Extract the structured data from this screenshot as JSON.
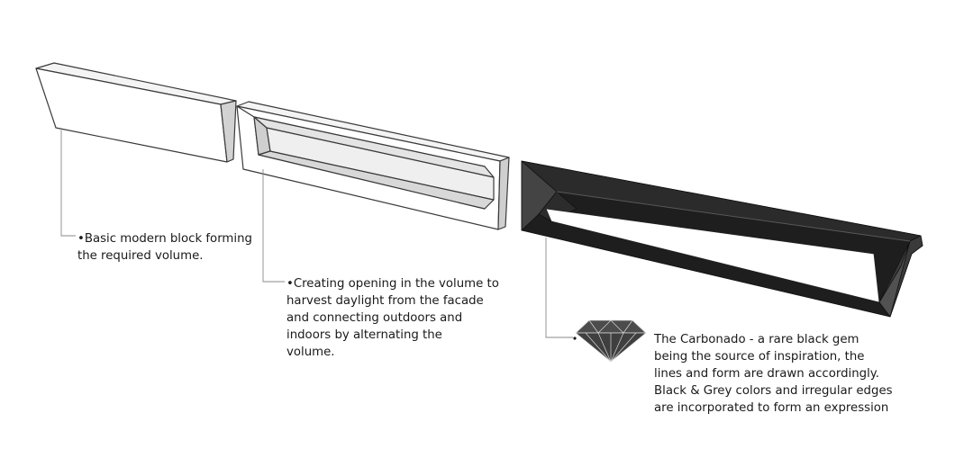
{
  "steps": [
    {
      "label_lines": [
        "•Basic modern block forming",
        " the required volume."
      ]
    },
    {
      "label_lines": [
        "•Creating opening in the volume to",
        " harvest daylight from the facade",
        " and connecting outdoors and",
        " indoors by alternating the",
        " volume."
      ]
    },
    {
      "label_lines": [
        "The Carbonado - a rare black gem",
        "being the source of inspiration, the",
        "lines and form are drawn accordingly.",
        "Black & Grey colors and irregular edges",
        "are incorporated to form an expression"
      ]
    }
  ],
  "colors": {
    "block_top": "#f4f4f4",
    "block_front": "#ffffff",
    "block_side": "#d0d0d0",
    "outline": "#3a3a3a",
    "leader": "#8a8a8a",
    "frame_black": "#1e1e1e",
    "frame_grey": "#4a4a4a",
    "gem": "#4a4a4a"
  },
  "icons": {
    "gem": "diamond-gem-icon"
  }
}
